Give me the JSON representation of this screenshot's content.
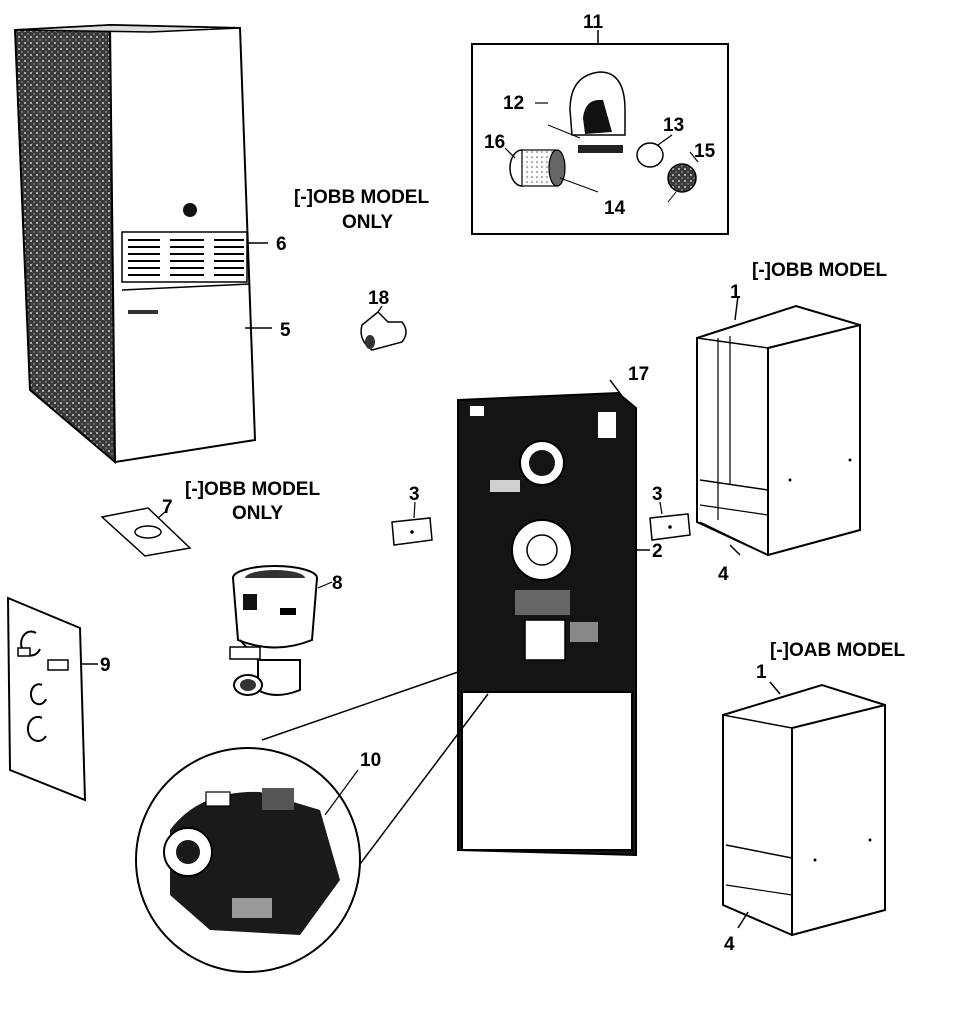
{
  "captions": {
    "obb_only_top_line1": "[-]OBB MODEL",
    "obb_only_top_line2": "ONLY",
    "obb_only_mid_line1": "[-]OBB MODEL",
    "obb_only_mid_line2": "ONLY",
    "obb_model": "[-]OBB MODEL",
    "oab_model": "[-]OAB MODEL"
  },
  "callouts": {
    "c1_obb": "1",
    "c1_oab": "1",
    "c2": "2",
    "c3_left": "3",
    "c3_right": "3",
    "c4_obb": "4",
    "c4_oab": "4",
    "c5": "5",
    "c6": "6",
    "c7": "7",
    "c8": "8",
    "c9": "9",
    "c10": "10",
    "c11": "11",
    "c12": "12",
    "c13": "13",
    "c14": "14",
    "c15": "15",
    "c16": "16",
    "c17": "17",
    "c18": "18"
  },
  "colors": {
    "ink": "#000000",
    "paper": "#ffffff",
    "shade": "#4a4a4a",
    "dark_interior": "#141414"
  }
}
